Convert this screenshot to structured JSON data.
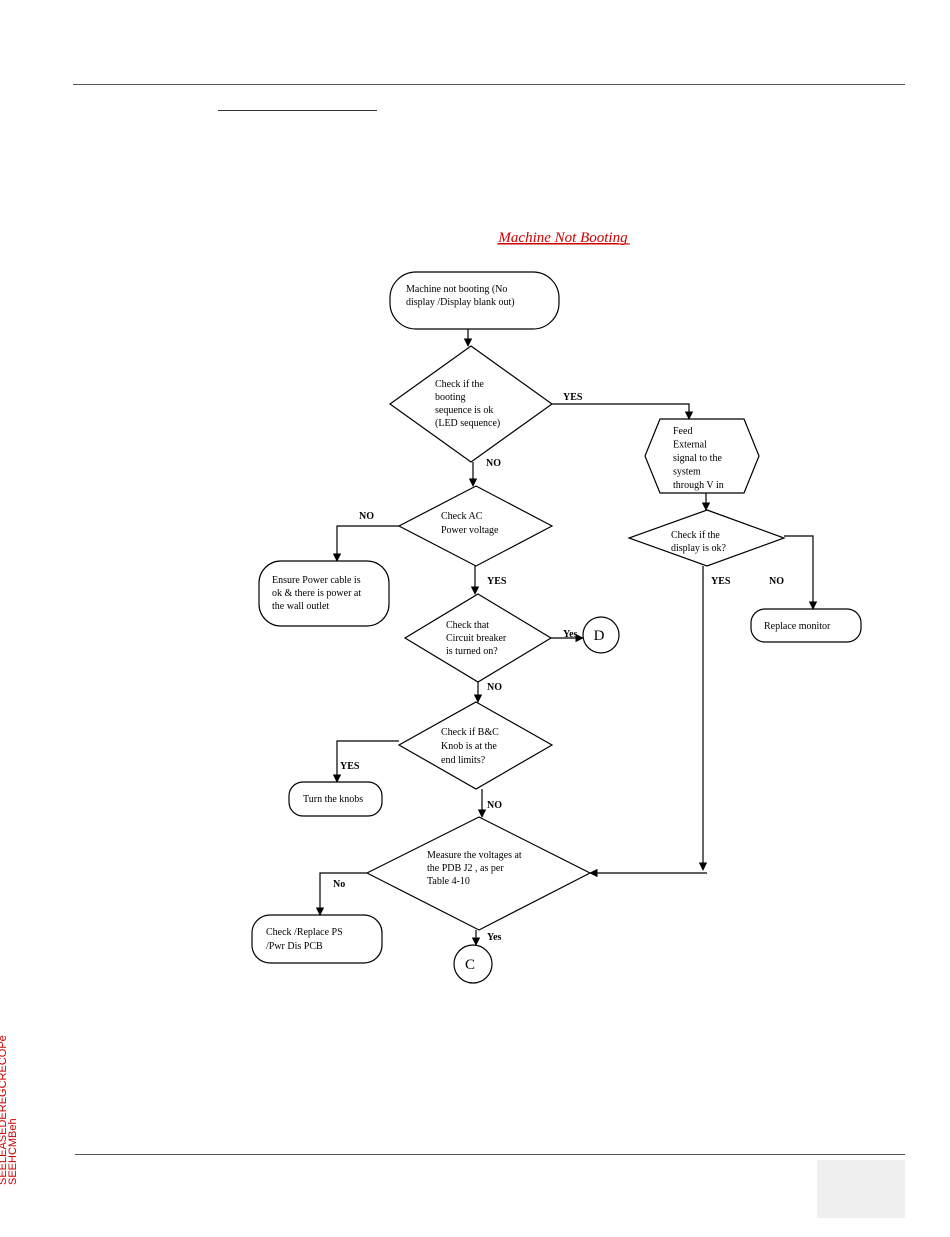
{
  "page": {
    "title": "Machine Not Booting",
    "stamp_line1": "SEELEASEDEREGCRECOPe",
    "stamp_line2": "SEEHCMBeh"
  },
  "flowchart": {
    "nodes": {
      "start": [
        "Machine not booting (No",
        "display /Display blank out)"
      ],
      "check_boot": [
        "Check if the",
        "booting",
        "sequence is ok",
        "(LED sequence)"
      ],
      "feed_external": [
        "Feed",
        "External",
        "signal to the",
        "system",
        "through V in"
      ],
      "check_display": [
        "Check if the",
        "display is ok?"
      ],
      "replace_monitor": [
        "Replace monitor"
      ],
      "check_ac": [
        "Check AC",
        "Power voltage"
      ],
      "ensure_power": [
        "Ensure Power cable is",
        "ok & there is  power at",
        "the wall outlet"
      ],
      "check_breaker": [
        "Check that",
        "Circuit breaker",
        "is turned on?"
      ],
      "connector_d": "D",
      "check_knob": [
        "Check if B&C",
        "Knob is at the",
        "end limits?"
      ],
      "turn_knobs": [
        "Turn the knobs"
      ],
      "measure_voltages": [
        "Measure the voltages at",
        "the PDB  J2 , as per",
        "Table 4-10"
      ],
      "replace_ps": [
        "Check /Replace PS",
        "/Pwr Dis PCB"
      ],
      "connector_c": "C"
    },
    "edge_labels": {
      "boot_yes": "YES",
      "boot_no": "NO",
      "ac_no": "NO",
      "ac_yes": "YES",
      "display_yes": "YES",
      "display_no": "NO",
      "breaker_yes": "Yes",
      "breaker_no": "NO",
      "knob_yes": "YES",
      "knob_no": "NO",
      "measure_no": "No",
      "measure_yes": "Yes"
    }
  }
}
